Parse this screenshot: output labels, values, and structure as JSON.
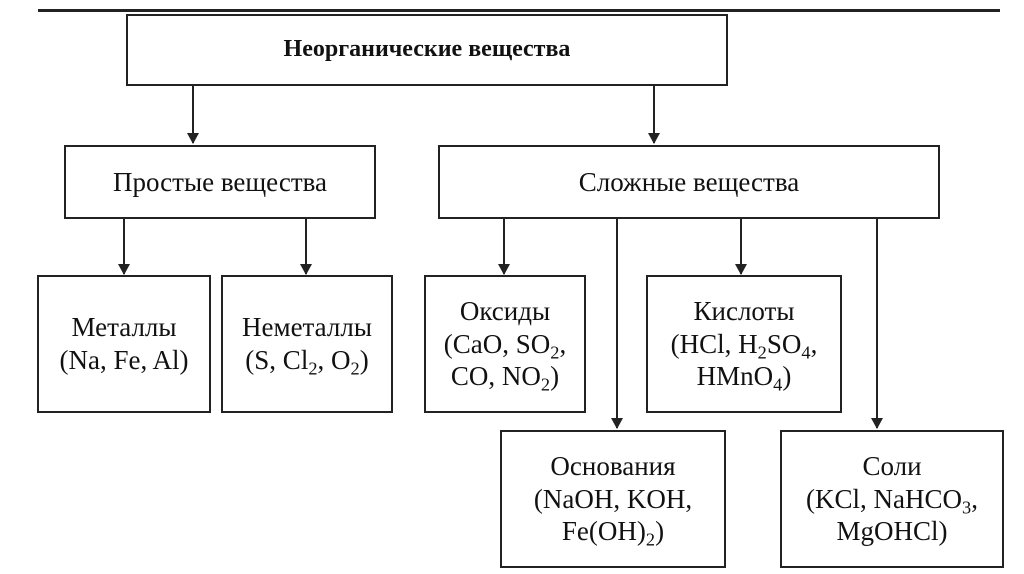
{
  "diagram": {
    "root": "Неорганические вещества",
    "simple": {
      "title": "Простые вещества",
      "metals": {
        "name": "Металлы",
        "examples": "(Na, Fe, Al)"
      },
      "nonmetals": {
        "name": "Неметаллы",
        "ex_a": "(S, Cl",
        "ex_b": "2",
        "ex_c": ", O",
        "ex_d": "2",
        "ex_e": ")"
      }
    },
    "complex": {
      "title": "Сложные вещества",
      "oxides": {
        "name": "Оксиды",
        "l1_a": "(CaO, SO",
        "l1_b": "2",
        "l1_c": ",",
        "l2_a": "CO, NO",
        "l2_b": "2",
        "l2_c": ")"
      },
      "acids": {
        "name": "Кислоты",
        "l1_a": "(HCl, H",
        "l1_b": "2",
        "l1_c": "SO",
        "l1_d": "4",
        "l1_e": ",",
        "l2_a": "HMnO",
        "l2_b": "4",
        "l2_c": ")"
      },
      "bases": {
        "name": "Основания",
        "l1": "(NaOH, KOH,",
        "l2_a": "Fe(OH)",
        "l2_b": "2",
        "l2_c": ")"
      },
      "salts": {
        "name": "Соли",
        "l1_a": "(KCl, NaHCO",
        "l1_b": "3",
        "l1_c": ",",
        "l2": "MgOHCl)"
      }
    }
  }
}
